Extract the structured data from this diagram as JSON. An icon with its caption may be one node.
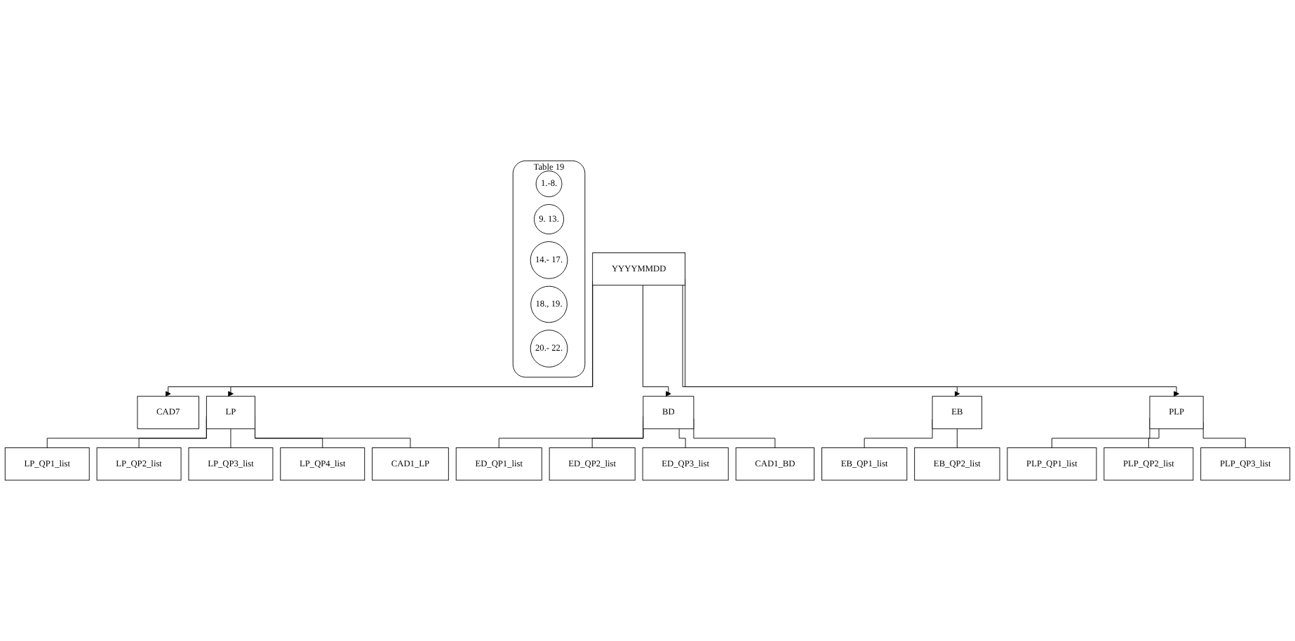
{
  "diagram": {
    "nodes": [
      {
        "text": [
          "YYYYMMDD"
        ]
      },
      {
        "text": [
          "CAD7"
        ]
      },
      {
        "text": [
          "LP"
        ]
      },
      {
        "text": [
          "LP_QP1_list"
        ]
      },
      {
        "text": [
          "LP_QP2_list"
        ]
      },
      {
        "text": [
          "LP_QP3_list"
        ]
      },
      {
        "text": [
          "LP_QP4_list"
        ]
      },
      {
        "text": [
          "CAD1_LP"
        ]
      },
      {
        "text": [
          "BD"
        ]
      },
      {
        "text": [
          "ED_QP1_list"
        ]
      },
      {
        "text": [
          "ED_QP2_list"
        ]
      },
      {
        "text": [
          "ED_QP3_list"
        ]
      },
      {
        "text": [
          "CAD1_BD"
        ]
      },
      {
        "text": [
          "EB"
        ]
      },
      {
        "text": [
          "EB_QP1_list"
        ]
      },
      {
        "text": [
          "EB_QP2_list"
        ]
      },
      {
        "text": [
          "PLP"
        ]
      },
      {
        "text": [
          "PLP_QP1_list"
        ]
      },
      {
        "text": [
          "PLP_QP2_list"
        ]
      },
      {
        "text": [
          "PLP_QP3_list"
        ]
      },
      {
        "text": [
          "Table 19"
        ]
      },
      {
        "text": [
          "1.-8."
        ],
        "in": 20
      },
      {
        "text": [
          "9. 13."
        ],
        "in": 20
      },
      {
        "text": [
          "14.- 17."
        ],
        "in": 20
      },
      {
        "text": [
          "18., 19."
        ],
        "in": 20
      },
      {
        "text": [
          "20.- 22."
        ],
        "in": 20
      }
    ],
    "edges": [
      {
        "from": 0,
        "to": 1,
        "arrow": "to"
      },
      {
        "from": 0,
        "to": 2,
        "arrow": "to"
      },
      {
        "from": 0,
        "to": 8,
        "arrow": "to"
      },
      {
        "from": 0,
        "to": 13,
        "arrow": "to"
      },
      {
        "from": 0,
        "to": 16,
        "arrow": "to"
      },
      {
        "from": 2,
        "to": 3,
        "arrow": "none"
      },
      {
        "from": 2,
        "to": 4,
        "arrow": "none"
      },
      {
        "from": 2,
        "to": 5,
        "arrow": "none"
      },
      {
        "from": 2,
        "to": 6,
        "arrow": "none"
      },
      {
        "from": 2,
        "to": 7,
        "arrow": "none"
      },
      {
        "from": 8,
        "to": 9,
        "arrow": "none"
      },
      {
        "from": 8,
        "to": 10,
        "arrow": "none"
      },
      {
        "from": 8,
        "to": 11,
        "arrow": "none"
      },
      {
        "from": 8,
        "to": 12,
        "arrow": "none"
      },
      {
        "from": 13,
        "to": 14,
        "arrow": "none"
      },
      {
        "from": 13,
        "to": 15,
        "arrow": "none"
      },
      {
        "from": 16,
        "to": 17,
        "arrow": "none"
      },
      {
        "from": 16,
        "to": 18,
        "arrow": "none"
      },
      {
        "from": 16,
        "to": 19,
        "arrow": "none"
      }
    ]
  }
}
